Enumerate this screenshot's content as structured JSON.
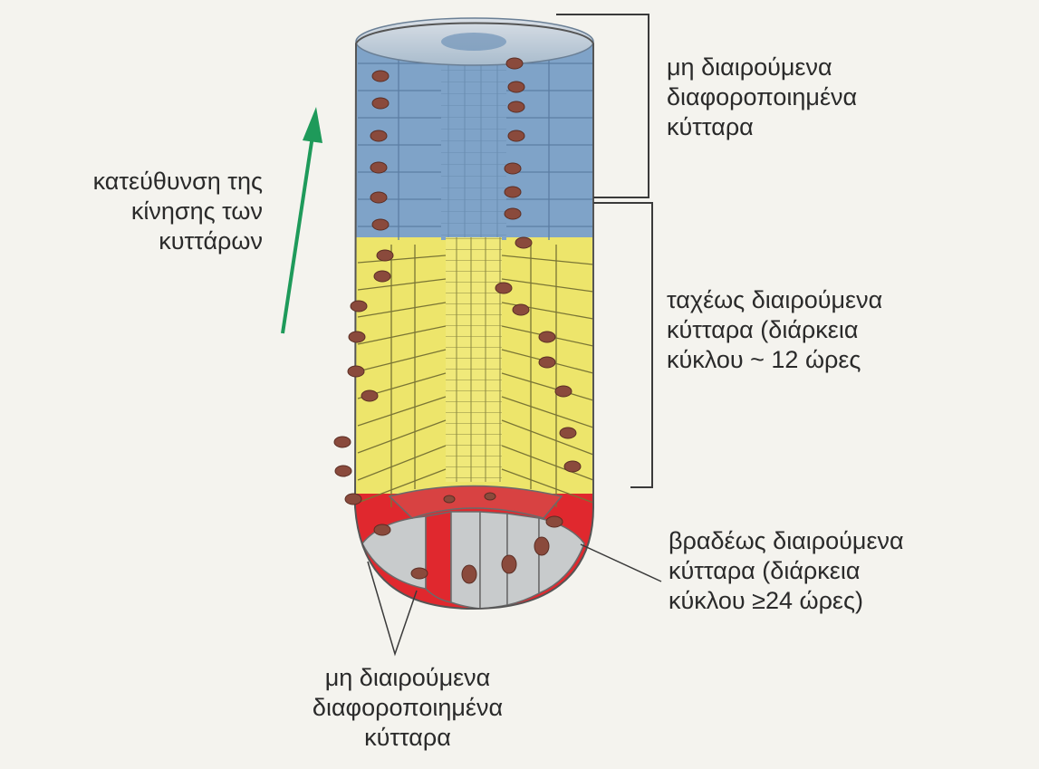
{
  "labels": {
    "movement_direction": [
      "κατεύθυνση της",
      "κίνησης των",
      "κυττάρων"
    ],
    "top_right": [
      "μη διαιρούμενα",
      "διαφοροποιημένα",
      "κύτταρα"
    ],
    "middle_right": [
      "ταχέως διαιρούμενα",
      "κύτταρα (διάρκεια",
      "κύκλου  ~ 12 ώρες"
    ],
    "lower_right": [
      "βραδέως διαιρούμενα",
      "κύτταρα (διάρκεια",
      "κύκλου ≥24 ώρες)"
    ],
    "bottom": [
      "μη διαιρούμενα",
      "διαφοροποιημένα",
      "κύτταρα"
    ]
  },
  "colors": {
    "background": "#f4f3ee",
    "blue_zone": "#7fa3c8",
    "yellow_zone": "#ede56b",
    "red_zone": "#e0282e",
    "grey_zone": "#c8cbcc",
    "nucleus": "#8a4a3c",
    "arrow": "#1e9a5a",
    "outline": "#555555"
  }
}
